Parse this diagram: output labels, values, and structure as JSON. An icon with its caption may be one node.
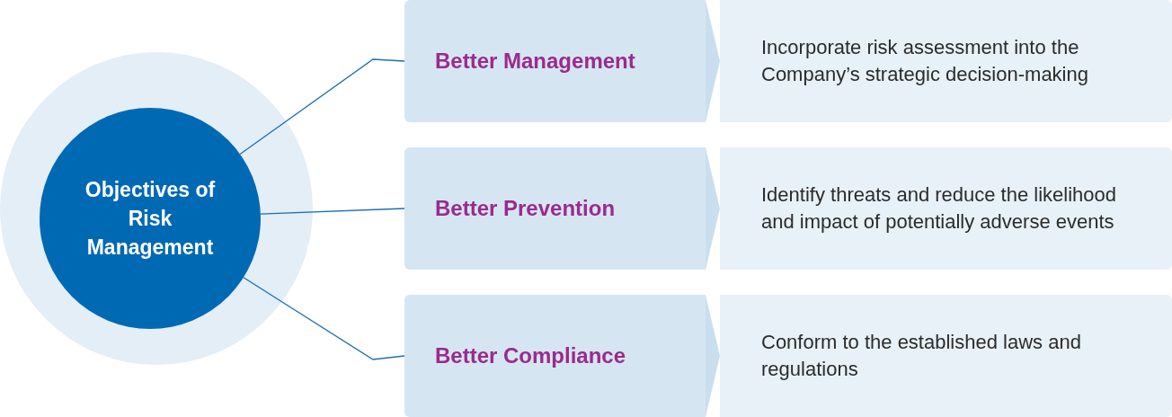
{
  "diagram": {
    "nodes": [
      {
        "text": [
          "Objectives of Risk Management"
        ]
      },
      {
        "text": [
          "Better Management"
        ]
      },
      {
        "text": [
          "Incorporate risk assessment into the Company’s strategic decision-making"
        ]
      },
      {
        "text": [
          "Better Prevention"
        ]
      },
      {
        "text": [
          "Identify threats and reduce the likelihood and impact of potentially adverse events"
        ]
      },
      {
        "text": [
          "Better Compliance"
        ]
      },
      {
        "text": [
          "Conform to the established laws and regulations"
        ]
      }
    ],
    "edges": [
      {
        "from": 0,
        "to": 1,
        "arrow": "none"
      },
      {
        "from": 0,
        "to": 3,
        "arrow": "none"
      },
      {
        "from": 0,
        "to": 5,
        "arrow": "none"
      },
      {
        "from": 1,
        "to": 2,
        "arrow": "to"
      },
      {
        "from": 3,
        "to": 4,
        "arrow": "to"
      },
      {
        "from": 5,
        "to": 6,
        "arrow": "to"
      }
    ]
  }
}
